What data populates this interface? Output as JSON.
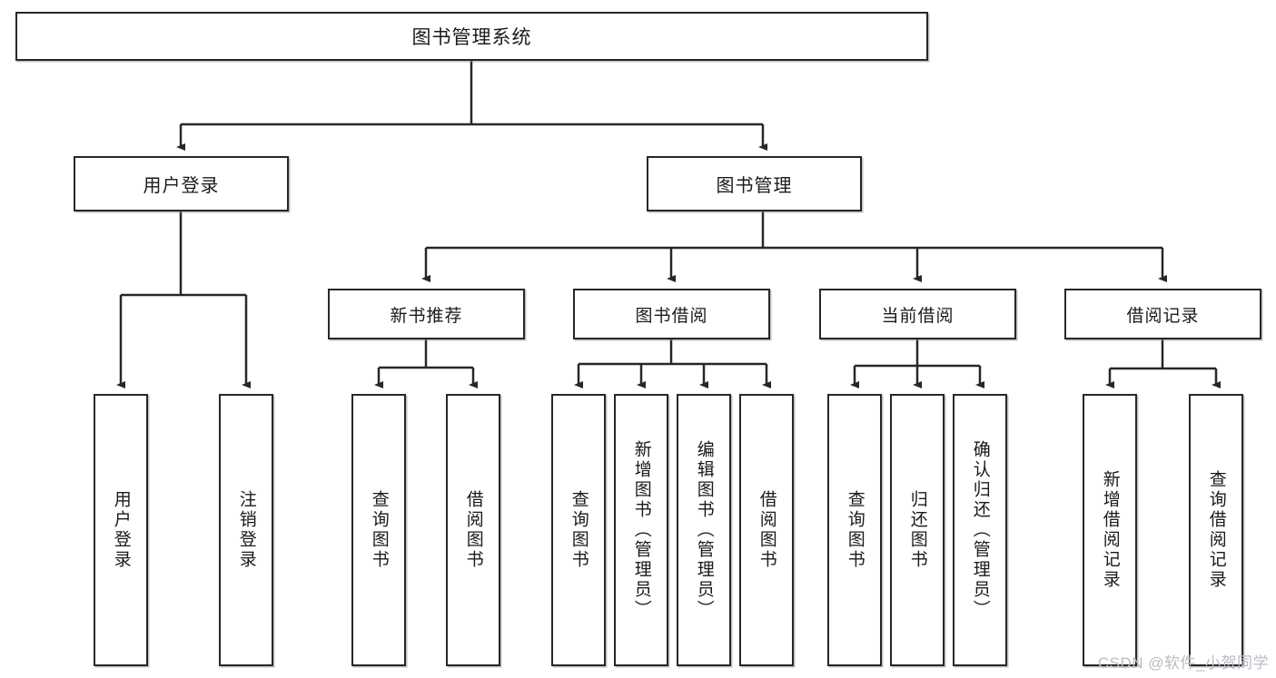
{
  "diagram": {
    "title": "图书管理系统",
    "type": "tree-hierarchy-diagram",
    "watermark": "CSDN @软件_小贺同学",
    "colors": {
      "box_border": "#26272b",
      "box_fill": "#ffffff",
      "edge": "#26272b",
      "text": "#1a1a1a",
      "watermark": "#b9bcc2"
    },
    "root": {
      "label": "图书管理系统"
    },
    "level1": [
      {
        "id": "user-login",
        "label": "用户登录"
      },
      {
        "id": "book-management",
        "label": "图书管理"
      }
    ],
    "level2": [
      {
        "id": "new-book-recommend",
        "label": "新书推荐"
      },
      {
        "id": "book-borrow",
        "label": "图书借阅"
      },
      {
        "id": "current-borrow",
        "label": "当前借阅"
      },
      {
        "id": "borrow-record",
        "label": "借阅记录"
      }
    ],
    "leaves": [
      {
        "id": "leaf-user-login",
        "parent": "user-login",
        "label": "用户登录"
      },
      {
        "id": "leaf-user-logout",
        "parent": "user-login",
        "label": "注销登录"
      },
      {
        "id": "leaf-query-book-1",
        "parent": "new-book-recommend",
        "label": "查询图书"
      },
      {
        "id": "leaf-borrow-book-1",
        "parent": "new-book-recommend",
        "label": "借阅图书"
      },
      {
        "id": "leaf-query-book-2",
        "parent": "book-borrow",
        "label": "查询图书"
      },
      {
        "id": "leaf-add-book",
        "parent": "book-borrow",
        "label": "新增图书（管理员）"
      },
      {
        "id": "leaf-edit-book",
        "parent": "book-borrow",
        "label": "编辑图书（管理员）"
      },
      {
        "id": "leaf-borrow-book-2",
        "parent": "book-borrow",
        "label": "借阅图书"
      },
      {
        "id": "leaf-query-book-3",
        "parent": "current-borrow",
        "label": "查询图书"
      },
      {
        "id": "leaf-return-book",
        "parent": "current-borrow",
        "label": "归还图书"
      },
      {
        "id": "leaf-confirm-return",
        "parent": "current-borrow",
        "label": "确认归还（管理员）"
      },
      {
        "id": "leaf-add-record",
        "parent": "borrow-record",
        "label": "新增借阅记录"
      },
      {
        "id": "leaf-query-record",
        "parent": "borrow-record",
        "label": "查询借阅记录"
      }
    ]
  }
}
